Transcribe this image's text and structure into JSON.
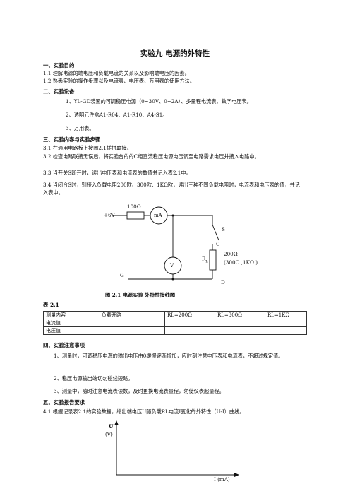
{
  "title": "实验九  电源的外特性",
  "sections": {
    "s1": {
      "heading": "一、实验目的",
      "lines": [
        "1.1  理解电源的端电压和负载电流的关系以及影响端电压的因素。",
        "1.2 熟悉实验的操作步骤以及电流表、电压表、万用表的使用方法。"
      ]
    },
    "s2": {
      "heading": "二、实验设备",
      "lines": [
        "1、YL-GD装置的可调稳压电源（0~30V、0~2A）、多量程电流表、数字电压表。",
        "2、透明元件盒A1-R04、A1-R10、A4-S1。",
        "3、万用表。"
      ]
    },
    "s3": {
      "heading": "三、实验内容与实验步骤",
      "lines": [
        "3.1 在通用电路板上按图2.1插拼联接。",
        "3.2 检查电路联接无误后，将实验台的的C组直流稳压电源电压调至电路需求电压并接入电路中。",
        "3.3 当开关S断开时，读出电压表和电流表的数值并记入表2.1中。",
        "3.4 当闭合S时，别接入负载电阻200欧、300欧、1KΩ欧，读出三种不同负载电阻时，电流表和电压表的值，并记入表中。"
      ]
    },
    "circuit": {
      "r_series": "100Ω",
      "source": "+6V",
      "ammeter": "mA",
      "voltmeter": "V",
      "switch": "S",
      "node_c": "C",
      "node_g": "G",
      "node_d": "D",
      "load": "R",
      "load_sub": "L",
      "load_value": "200Ω",
      "load_alt": "(300Ω ,1KΩ )"
    },
    "figure_caption": "图 2.1  电源实验  外特性接线图",
    "table_caption": "表 2.1",
    "table": {
      "header": [
        "测量内容",
        "负载开路",
        "RL=200Ω",
        "RL=300Ω",
        "RL=1KΩ"
      ],
      "rows": [
        [
          "电流值",
          "",
          "",
          "",
          ""
        ],
        [
          "电压值",
          "",
          "",
          "",
          ""
        ]
      ]
    },
    "s4": {
      "heading": "四、实验注意事项",
      "lines": [
        "1、测量时，可调稳压电源的输出电压由0缓慢逐渐增加，应时刻注意电压表和电流表，不超过规定值。",
        "2、稳压电源输出端切勿碰线短路。",
        "3、测量中，随时注意电流表读数，及时更换电流表量程，勿使仪表超量程。"
      ]
    },
    "s5": {
      "heading": "五、实验报告要求",
      "lines": [
        "4.1 根据记录表2.1的实验数据，绘出端电压U随负载RL电流I变化的外特性（U-I）曲线。"
      ]
    },
    "graph": {
      "y_label": "U",
      "y_unit": "(V)",
      "x_label": "I (mA)"
    }
  }
}
